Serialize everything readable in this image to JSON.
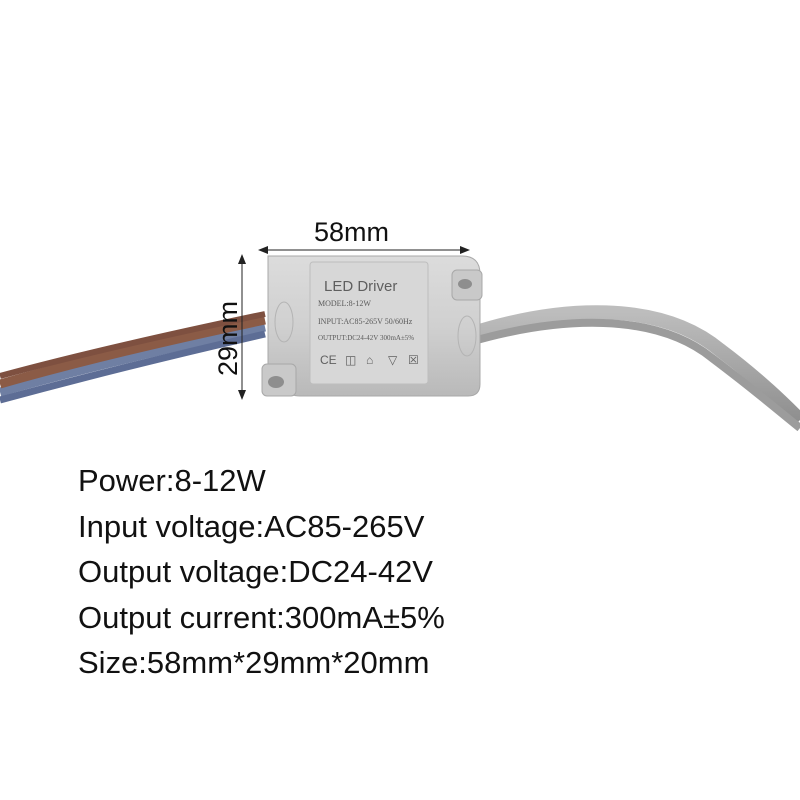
{
  "dimensions": {
    "width_label": "58mm",
    "height_label": "29mm"
  },
  "device": {
    "title": "LED Driver",
    "model": "MODEL:8-12W",
    "input": "INPUT:AC85-265V 50/60Hz",
    "output": "OUTPUT:DC24-42V  300mA±5%",
    "cert_marks": [
      "CE",
      "◫",
      "⌂",
      "▽",
      "☒"
    ]
  },
  "specs": [
    {
      "label": "Power:",
      "value": "8-12W"
    },
    {
      "label": "Input voltage:",
      "value": "AC85-265V"
    },
    {
      "label": "Output voltage:",
      "value": "DC24-42V"
    },
    {
      "label": "Output current:",
      "value": "300mA±5%"
    },
    {
      "label": "Size:",
      "value": "58mm*29mm*20mm"
    }
  ],
  "colors": {
    "case": "#cfcfcf",
    "wire_blue": "#6d7fa6",
    "wire_brown": "#8a5a45",
    "wire_gray": "#a9a9a9"
  }
}
